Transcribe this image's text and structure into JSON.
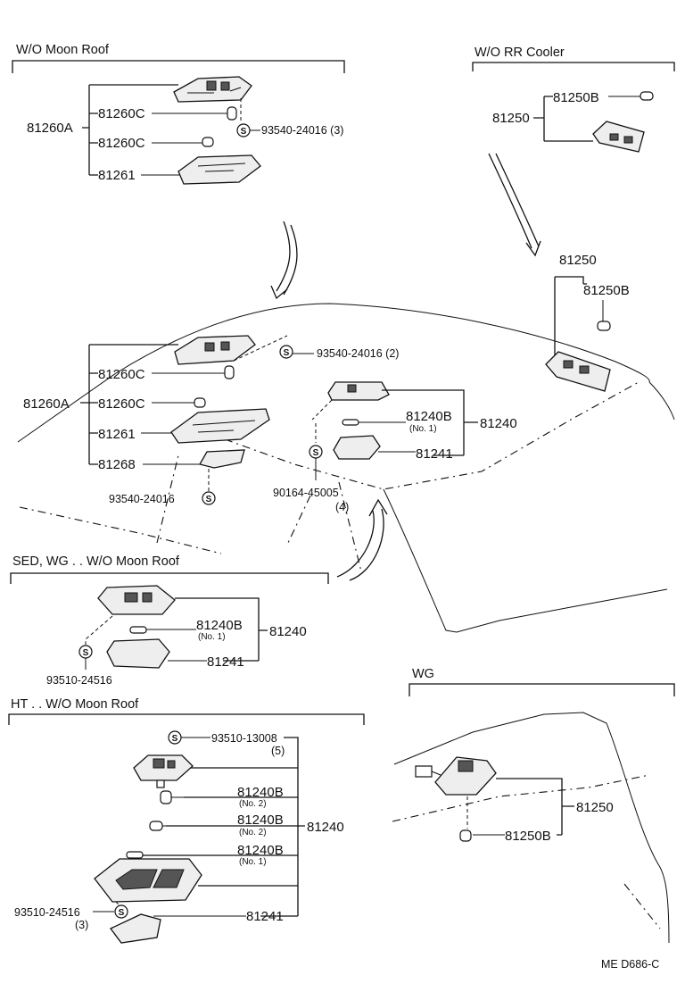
{
  "sections": {
    "wo_moon_roof": "W/O Moon Roof",
    "wo_rr_cooler": "W/O RR Cooler",
    "sed_wg": "SED, WG . . W/O Moon Roof",
    "ht": "HT . . W/O Moon Roof",
    "wg": "WG"
  },
  "symbol": "S",
  "parts": {
    "p81260A": "81260A",
    "p81260C": "81260C",
    "p81261": "81261",
    "p81268": "81268",
    "p81250": "81250",
    "p81250B": "81250B",
    "p81240": "81240",
    "p81240B": "81240B",
    "p81241": "81241",
    "s93540_3": "93540-24016 (3)",
    "s93540_2": "93540-24016 (2)",
    "s93540": "93540-24016",
    "s90164": "90164-45005",
    "s90164_qty": "(4)",
    "s93510_24516": "93510-24516",
    "s93510_24516_qty": "(3)",
    "s93510_13008": "93510-13008",
    "s93510_13008_qty": "(5)"
  },
  "notes": {
    "no1": "(No. 1)",
    "no2": "(No. 2)"
  },
  "footer": "ME  D686-C"
}
